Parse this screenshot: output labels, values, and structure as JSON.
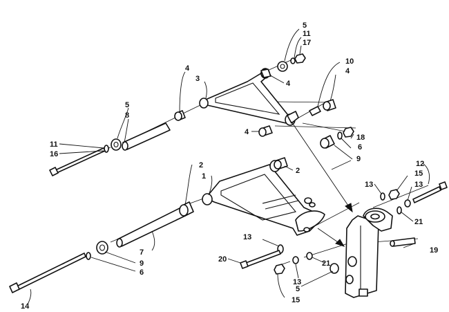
{
  "diagram": {
    "callouts": [
      {
        "id": "c1",
        "text": "5"
      },
      {
        "id": "c2",
        "text": "11"
      },
      {
        "id": "c3",
        "text": "17"
      },
      {
        "id": "c4",
        "text": "10"
      },
      {
        "id": "c5",
        "text": "4"
      },
      {
        "id": "c6",
        "text": "4"
      },
      {
        "id": "c7",
        "text": "3"
      },
      {
        "id": "c8",
        "text": "4"
      },
      {
        "id": "c9",
        "text": "5"
      },
      {
        "id": "c10",
        "text": "8"
      },
      {
        "id": "c11",
        "text": "4"
      },
      {
        "id": "c12",
        "text": "18"
      },
      {
        "id": "c13",
        "text": "6"
      },
      {
        "id": "c14",
        "text": "11"
      },
      {
        "id": "c15",
        "text": "16"
      },
      {
        "id": "c16",
        "text": "9"
      },
      {
        "id": "c17",
        "text": "2"
      },
      {
        "id": "c18",
        "text": "2"
      },
      {
        "id": "c19",
        "text": "1"
      },
      {
        "id": "c20",
        "text": "12"
      },
      {
        "id": "c21",
        "text": "15"
      },
      {
        "id": "c22",
        "text": "13"
      },
      {
        "id": "c23",
        "text": "13"
      },
      {
        "id": "c24",
        "text": "21"
      },
      {
        "id": "c25",
        "text": "13"
      },
      {
        "id": "c26",
        "text": "7"
      },
      {
        "id": "c27",
        "text": "9"
      },
      {
        "id": "c28",
        "text": "6"
      },
      {
        "id": "c29",
        "text": "20"
      },
      {
        "id": "c30",
        "text": "21"
      },
      {
        "id": "c31",
        "text": "19"
      },
      {
        "id": "c32",
        "text": "13"
      },
      {
        "id": "c33",
        "text": "5"
      },
      {
        "id": "c34",
        "text": "15"
      },
      {
        "id": "c35",
        "text": "14"
      }
    ]
  }
}
